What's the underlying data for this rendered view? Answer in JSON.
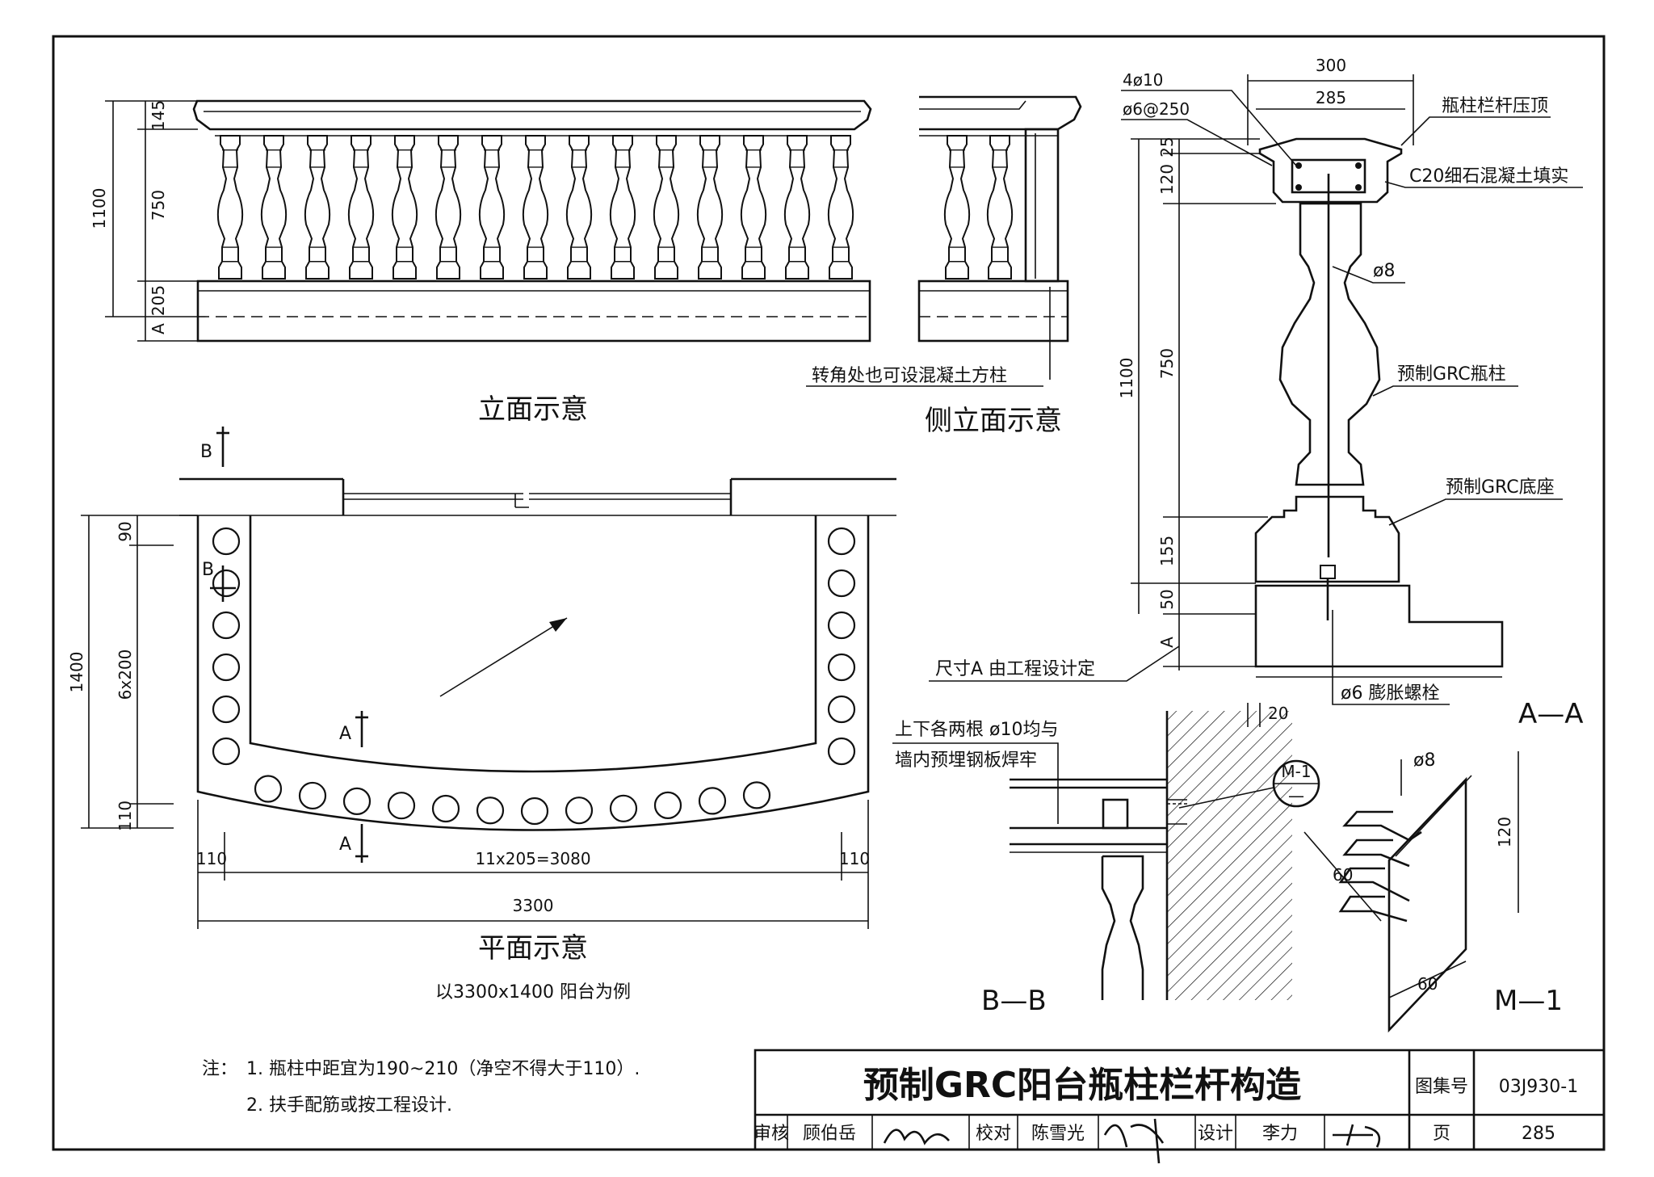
{
  "elevation": {
    "caption": "立面示意",
    "dims": [
      "145",
      "750",
      "205",
      "A",
      "1100"
    ]
  },
  "side_elevation": {
    "caption": "侧立面示意",
    "corner_note": "转角处也可设混凝土方柱"
  },
  "plan": {
    "caption": "平面示意",
    "subcaption": "以3300x1400 阳台为例",
    "dims": {
      "d90": "90",
      "d6x200": "6x200",
      "d110v": "110",
      "d1400": "1400",
      "d110a": "110",
      "d11x205": "11x205=3080",
      "d110b": "110",
      "d3300": "3300"
    },
    "section_marks": {
      "b": "B",
      "a": "A"
    }
  },
  "section_aa": {
    "title": "A—A",
    "dims": {
      "d300": "300",
      "d285": "285",
      "d4phi10": "4ø10",
      "d6at250": "ø6@250",
      "d25": "25",
      "d120": "120",
      "d750": "750",
      "d155": "155",
      "d50": "50",
      "dA": "A",
      "d1100": "1100",
      "d20": "20"
    },
    "labels": {
      "cap": "瓶柱栏杆压顶",
      "fill": "C20细石混凝土填实",
      "bar": "ø8",
      "baluster": "预制GRC瓶柱",
      "base": "预制GRC底座",
      "dimA": "尺寸A 由工程设计定",
      "bolt": "ø6 膨胀螺栓"
    }
  },
  "section_bb": {
    "title": "B—B",
    "note_line1": "上下各两根 ø10均与",
    "note_line2": "墙内预埋钢板焊牢",
    "tag": "M-1",
    "tag_sub": "—"
  },
  "detail_m1": {
    "title": "M—1",
    "dims": {
      "phi8": "ø8",
      "d120": "120",
      "d60a": "60",
      "d60b": "60"
    }
  },
  "notes": {
    "prefix": "注：",
    "line1": "1. 瓶柱中距宜为190~210（净空不得大于110）.",
    "line2": "2. 扶手配筋或按工程设计."
  },
  "title_block": {
    "title": "预制GRC阳台瓶柱栏杆构造",
    "atlas_label": "图集号",
    "atlas_no": "03J930-1",
    "reviewer_label": "审核",
    "reviewer": "顾伯岳",
    "checker_label": "校对",
    "checker": "陈雪光",
    "designer_label": "设计",
    "designer": "李力",
    "page_label": "页",
    "page_no": "285"
  }
}
